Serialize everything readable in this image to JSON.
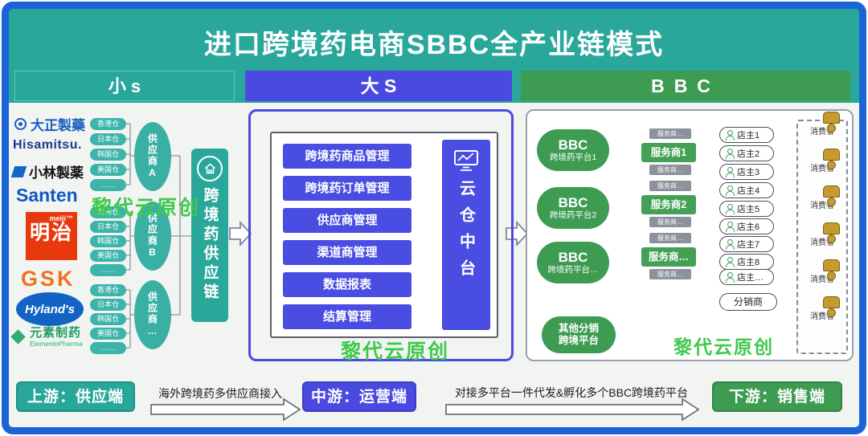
{
  "title": "进口跨境药电商SBBC全产业链模式",
  "headers": {
    "small_s": "小 s",
    "big_s": "大 S",
    "bbc": "BBC"
  },
  "colors": {
    "frame_blue": "#1b64d8",
    "teal": "#2aa79b",
    "indigo": "#4a4de2",
    "green": "#3e9b52",
    "watermark_green": "#3fc94c",
    "gray_tag": "#8b929c",
    "consumer_gold": "#c79a2e"
  },
  "suppliers_panel": {
    "brands": [
      {
        "text": "大正製藥"
      },
      {
        "text": "Hisamitsu."
      },
      {
        "text": "小林製薬"
      },
      {
        "text": "Santen"
      },
      {
        "text": "meiji™",
        "sub": "明治"
      },
      {
        "text": "GSK"
      },
      {
        "text": "Hyland's"
      },
      {
        "text": "元素制药",
        "sub": "ElementoPharma"
      }
    ],
    "warehouse_groups": [
      {
        "supplier": "供应商A",
        "warehouses": [
          "香港仓",
          "日本仓",
          "韩国仓",
          "美国仓",
          "……"
        ]
      },
      {
        "supplier": "供应商B",
        "warehouses": [
          "香港仓",
          "日本仓",
          "韩国仓",
          "美国仓",
          "……"
        ]
      },
      {
        "supplier": "供应商…",
        "warehouses": [
          "香港仓",
          "日本仓",
          "韩国仓",
          "美国仓",
          "……"
        ]
      }
    ],
    "supply_chain_bar": "跨境药供应链",
    "watermark": "黎代云原创"
  },
  "platform_panel": {
    "modules": [
      "跨境药商品管理",
      "跨境药订单管理",
      "供应商管理",
      "渠道商管理",
      "数据报表",
      "结算管理"
    ],
    "cloud_hub": "云仓中台",
    "watermark": "黎代云原创"
  },
  "bbc_panel": {
    "platforms": [
      {
        "line1": "BBC",
        "line2": "跨境药平台1"
      },
      {
        "line1": "BBC",
        "line2": "跨境药平台2"
      },
      {
        "line1": "BBC",
        "line2": "跨境药平台…"
      }
    ],
    "other_platform": {
      "line1": "其他分销",
      "line2": "跨境平台"
    },
    "service_groups": [
      {
        "tag_top": "服务商…",
        "provider": "服务商1",
        "tag_bottom": "服务商…"
      },
      {
        "tag_top": "服务商…",
        "provider": "服务商2",
        "tag_bottom": "服务商…"
      },
      {
        "tag_top": "服务商…",
        "provider": "服务商…",
        "tag_bottom": "服务商…"
      }
    ],
    "shop_owners": [
      "店主1",
      "店主2",
      "店主3",
      "店主4",
      "店主5",
      "店主6",
      "店主7",
      "店主8",
      "店主…"
    ],
    "distributor": "分销商",
    "consumers": [
      "消费者",
      "消费者",
      "消费者",
      "消费者",
      "消费者",
      "消费者"
    ],
    "watermark": "黎代云原创"
  },
  "bottom_flow": {
    "upstream": "上游：供应端",
    "flow1": "海外跨境药多供应商接入",
    "midstream": "中游：运营端",
    "flow2": "对接多平台一件代发&孵化多个BBC跨境药平台",
    "downstream": "下游：销售端"
  }
}
